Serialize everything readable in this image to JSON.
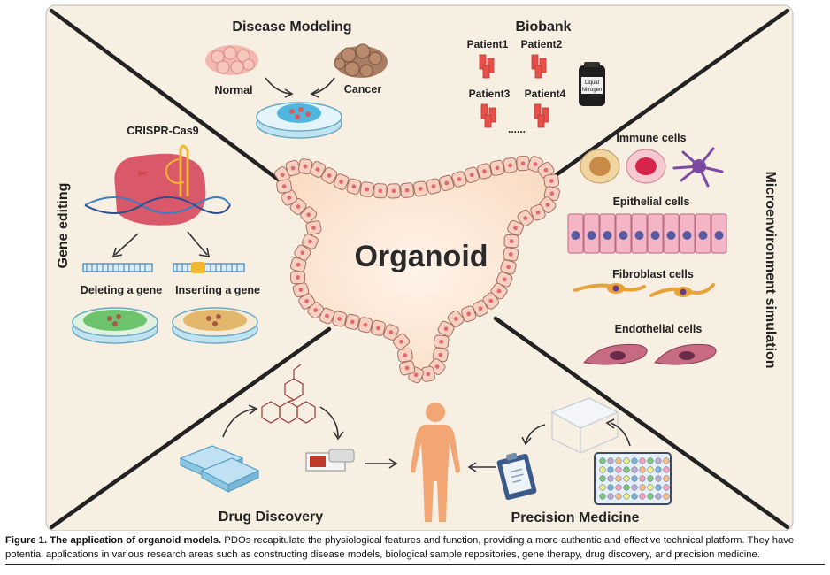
{
  "sections": {
    "disease_modeling": {
      "title": "Disease Modeling",
      "normal": "Normal",
      "cancer": "Cancer"
    },
    "biobank": {
      "title": "Biobank",
      "patients": [
        "Patient1",
        "Patient2",
        "Patient3",
        "Patient4"
      ],
      "more": "......",
      "tank_line1": "Liquid",
      "tank_line2": "Nitrogen"
    },
    "gene_editing": {
      "title": "Gene editing",
      "crispr": "CRISPR-Cas9",
      "deleting": "Deleting a gene",
      "inserting": "Inserting a gene"
    },
    "microenvironment": {
      "title": "Microenvironment simulation",
      "immune": "Immune cells",
      "epithelial": "Epithelial cells",
      "fibroblast": "Fibroblast cells",
      "endothelial": "Endothelial cells"
    },
    "center": {
      "title": "Organoid"
    },
    "drug_discovery": {
      "title": "Drug Discovery"
    },
    "precision_medicine": {
      "title": "Precision Medicine"
    }
  },
  "caption": {
    "label": "Figure 1. The application of organoid models.",
    "text": " PDOs recapitulate the physiological features and function, providing a more authentic and effective technical platform. They have potential applications in various research areas such as constructing disease models, biological sample repositories, gene therapy, drug discovery, and precision medicine."
  },
  "colors": {
    "background": "#f8efe3",
    "frame": "#222222",
    "organoid_fill": "#fbe1cf",
    "cell_fill": "#f7d0c4",
    "nucleus": "#e46a6e",
    "petri": "#8fd0e8",
    "crispr": "#d9586a"
  }
}
